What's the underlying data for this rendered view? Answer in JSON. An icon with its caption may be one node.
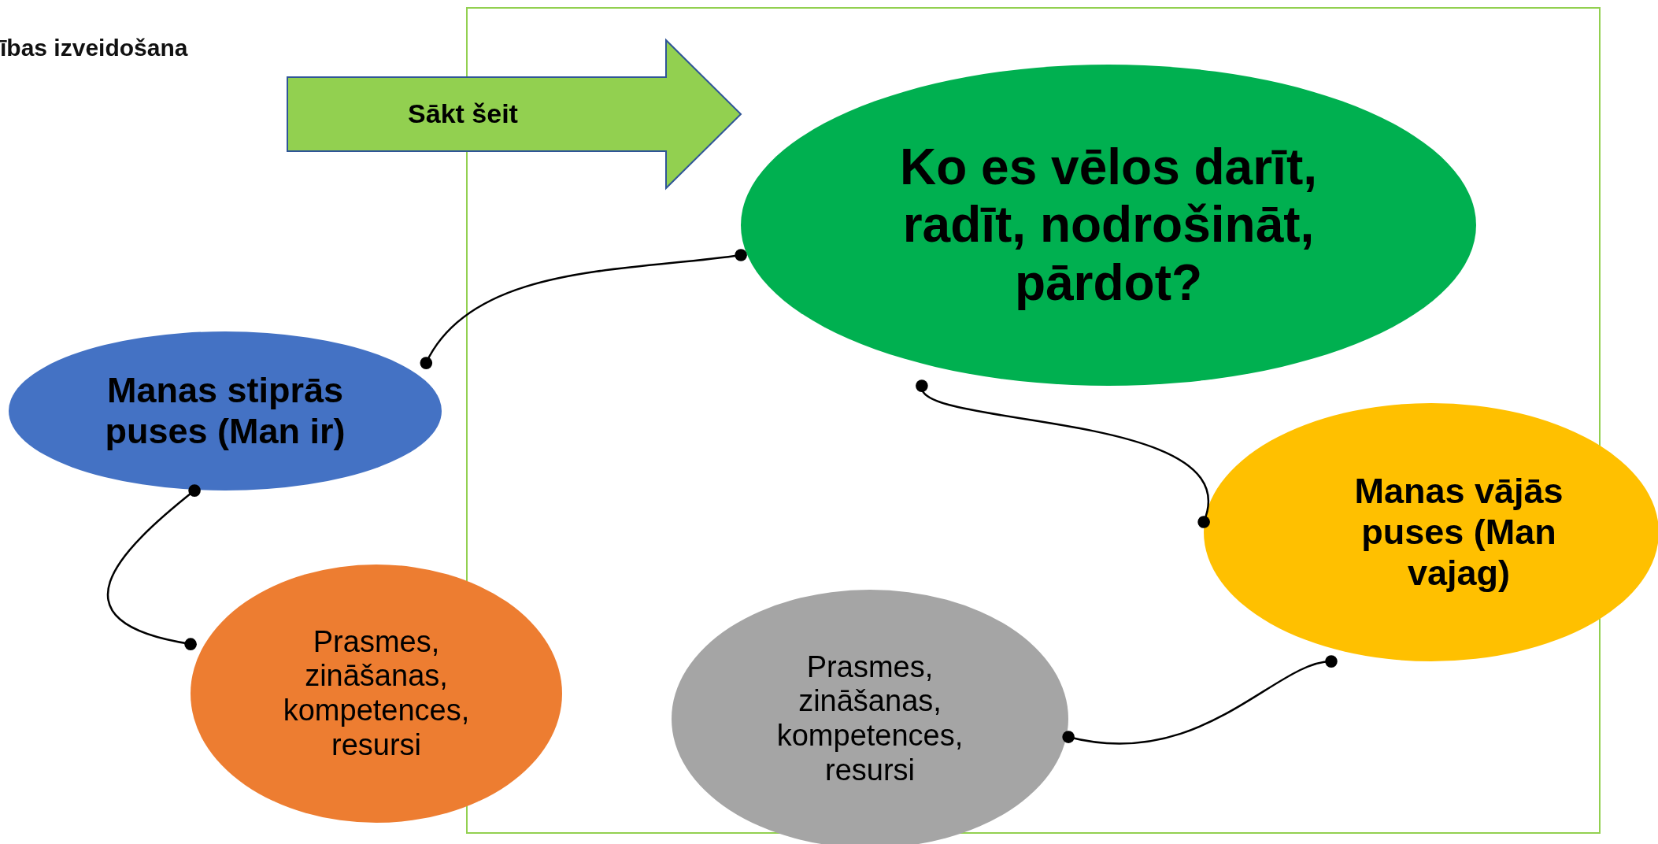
{
  "diagram": {
    "title": "ības izveidošana",
    "nodes": [
      {
        "text": [
          "Sākt šeit"
        ]
      },
      {
        "text": [
          "Ko es vēlos darīt, radīt, nodrošināt, pārdot?"
        ]
      },
      {
        "text": [
          "Manas stiprās puses (Man ir)"
        ]
      },
      {
        "text": [
          "Manas vājās puses (Man vajag)"
        ]
      },
      {
        "text": [
          "Prasmes, zināšanas, kompetences, resursi"
        ]
      },
      {
        "text": [
          "Prasmes, zināšanas, kompetences, resursi"
        ]
      }
    ],
    "edges": [
      {
        "from": 2,
        "to": 1,
        "arrow": "other"
      },
      {
        "from": 2,
        "to": 4,
        "arrow": "other"
      },
      {
        "from": 1,
        "to": 3,
        "arrow": "other"
      },
      {
        "from": 5,
        "to": 3,
        "arrow": "other"
      }
    ]
  }
}
